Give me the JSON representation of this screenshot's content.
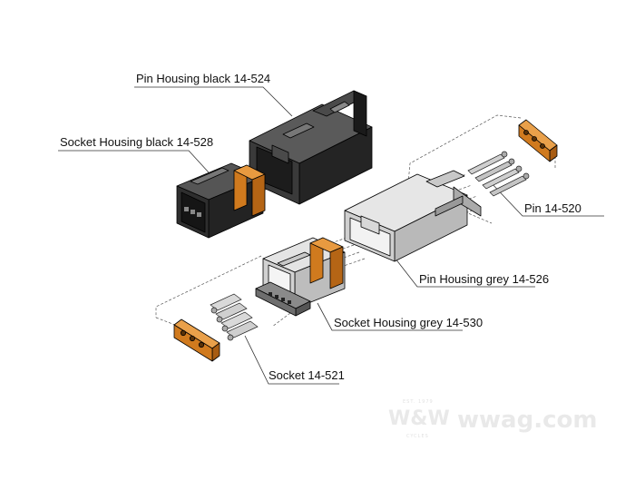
{
  "labels": {
    "pin_housing_black": "Pin Housing black 14-524",
    "socket_housing_black": "Socket Housing black 14-528",
    "pin": "Pin 14-520",
    "pin_housing_grey": "Pin Housing grey 14-526",
    "socket_housing_grey": "Socket Housing grey 14-530",
    "socket": "Socket 14-521"
  },
  "watermark": {
    "logo": "W&W",
    "site": "wwag.com",
    "est": "EST. 1979",
    "cycles": "CYCLES"
  },
  "colors": {
    "housing_black": "#2a2a2a",
    "housing_grey": "#d6d6d6",
    "seal_orange": "#d07a1e",
    "metal": "#bdbdbd",
    "line": "#333333"
  }
}
